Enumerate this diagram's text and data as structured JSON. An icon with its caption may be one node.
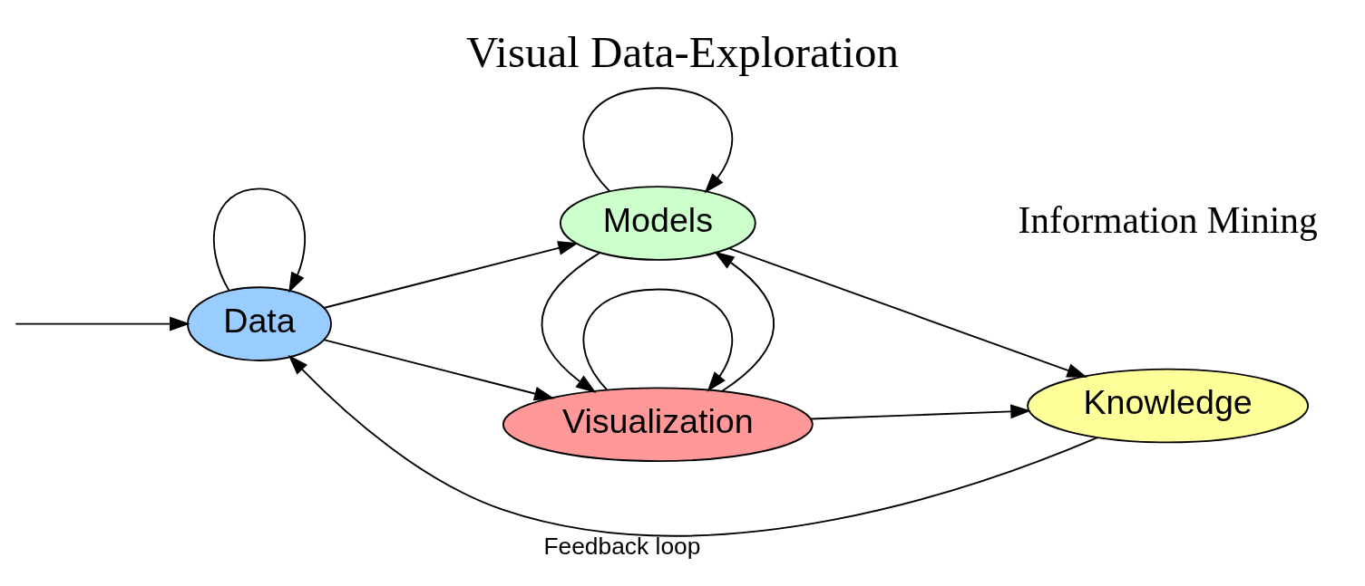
{
  "diagram": {
    "title": "Visual Data-Exploration",
    "nodes": [
      {
        "text": [
          "Data"
        ]
      },
      {
        "text": [
          "Visualization"
        ]
      },
      {
        "text": [
          "Models"
        ]
      },
      {
        "text": [
          "Knowledge"
        ]
      }
    ],
    "edges": [
      {
        "from": null,
        "to": 0,
        "arrow": "to"
      },
      {
        "from": 0,
        "to": 0,
        "arrow": "to"
      },
      {
        "from": 0,
        "to": 1,
        "arrow": "to"
      },
      {
        "from": 0,
        "to": 2,
        "arrow": "to"
      },
      {
        "from": 1,
        "to": 1,
        "arrow": "to"
      },
      {
        "from": 1,
        "to": 2,
        "arrow": "to"
      },
      {
        "from": 2,
        "to": 1,
        "arrow": "to"
      },
      {
        "from": 2,
        "to": 2,
        "arrow": "to"
      },
      {
        "from": 1,
        "to": 3,
        "arrow": "to"
      },
      {
        "from": 2,
        "to": 3,
        "arrow": "to"
      },
      {
        "from": 3,
        "to": 0,
        "arrow": "to",
        "label": "Feedback loop"
      }
    ],
    "labels": [
      "Information Mining"
    ]
  }
}
